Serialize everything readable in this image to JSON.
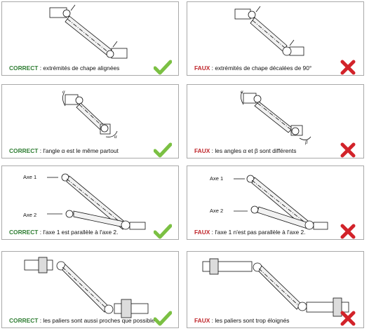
{
  "panels": [
    {
      "status": "CORRECT",
      "text": " : extrémités de chape alignées",
      "verdict": "check-icon"
    },
    {
      "status": "FAUX",
      "text": " : extrémités de chape décalées de 90°",
      "verdict": "cross-icon"
    },
    {
      "status": "CORRECT",
      "text": " : l'angle α est le même partout",
      "verdict": "check-icon"
    },
    {
      "status": "FAUX",
      "text": " : les angles α et β sont différents",
      "verdict": "cross-icon"
    },
    {
      "status": "CORRECT",
      "text": " : l'axe 1 est parallèle à l'axe 2.",
      "verdict": "check-icon"
    },
    {
      "status": "FAUX",
      "text": " : l'axe 1 n'est pas parallèle à l'axe 2.",
      "verdict": "cross-icon"
    },
    {
      "status": "CORRECT",
      "text": " : les paliers sont aussi proches que possible",
      "verdict": "check-icon"
    },
    {
      "status": "FAUX",
      "text": " : les paliers sont trop éloignés",
      "verdict": "cross-icon"
    }
  ],
  "labels": {
    "alpha": "α",
    "beta": "β",
    "axe1": "Axe 1",
    "axe2": "Axe 2"
  },
  "colors": {
    "correct": "#2e7d32",
    "faux": "#c0282d",
    "check": "#7bc043",
    "cross": "#d2232a"
  }
}
